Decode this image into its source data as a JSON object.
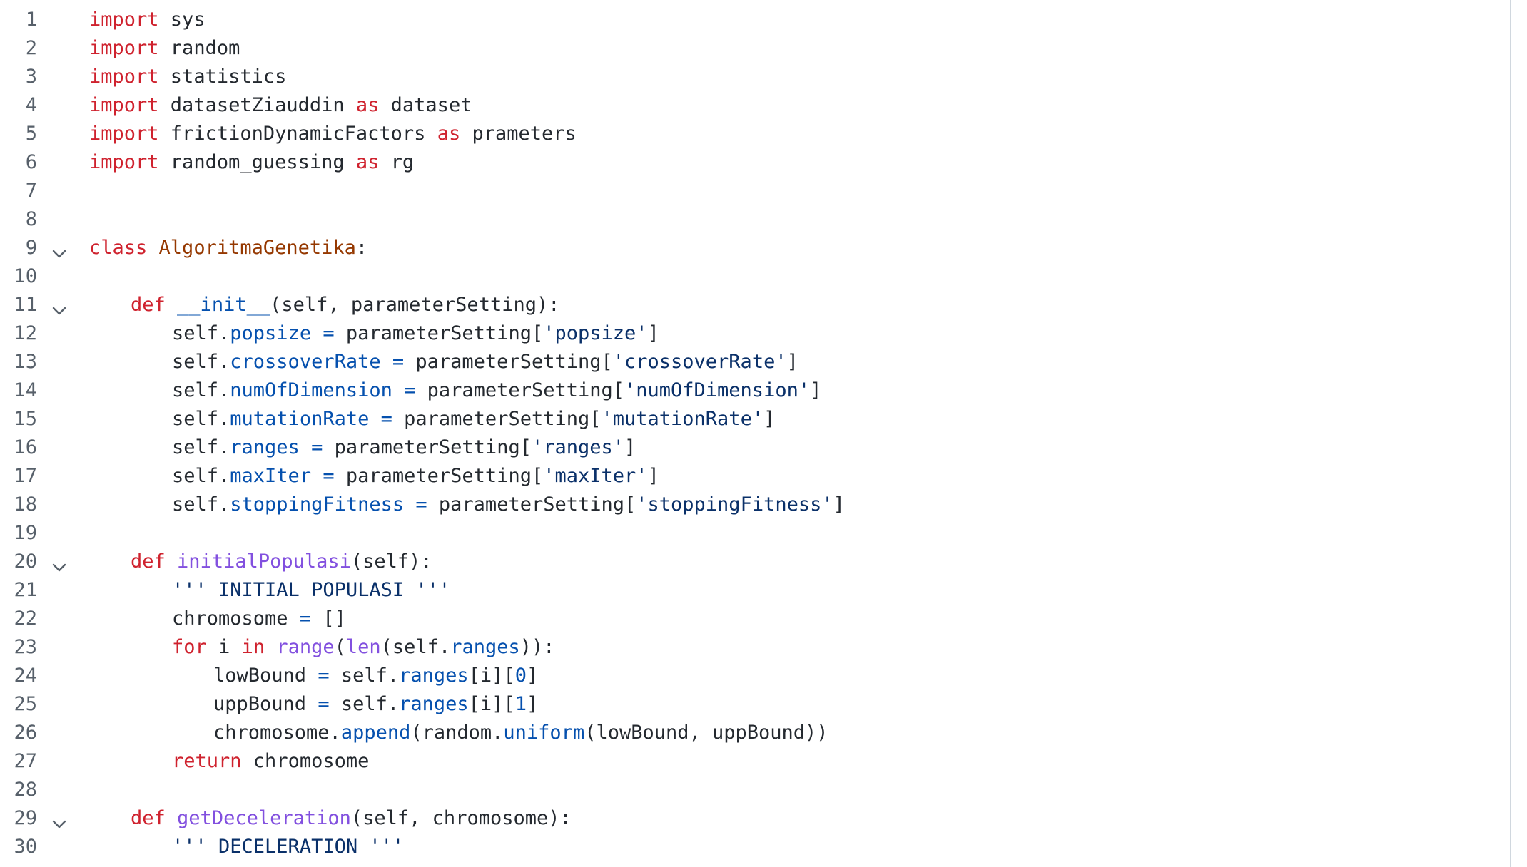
{
  "editor": {
    "lines": [
      {
        "n": "1",
        "fold": false,
        "indent": 0,
        "tokens": [
          {
            "t": "import",
            "c": "kw"
          },
          {
            "t": " sys",
            "c": "plain"
          }
        ]
      },
      {
        "n": "2",
        "fold": false,
        "indent": 0,
        "tokens": [
          {
            "t": "import",
            "c": "kw"
          },
          {
            "t": " random",
            "c": "plain"
          }
        ]
      },
      {
        "n": "3",
        "fold": false,
        "indent": 0,
        "tokens": [
          {
            "t": "import",
            "c": "kw"
          },
          {
            "t": " statistics",
            "c": "plain"
          }
        ]
      },
      {
        "n": "4",
        "fold": false,
        "indent": 0,
        "tokens": [
          {
            "t": "import",
            "c": "kw"
          },
          {
            "t": " datasetZiauddin ",
            "c": "plain"
          },
          {
            "t": "as",
            "c": "kw"
          },
          {
            "t": " dataset",
            "c": "plain"
          }
        ]
      },
      {
        "n": "5",
        "fold": false,
        "indent": 0,
        "tokens": [
          {
            "t": "import",
            "c": "kw"
          },
          {
            "t": " frictionDynamicFactors ",
            "c": "plain"
          },
          {
            "t": "as",
            "c": "kw"
          },
          {
            "t": " prameters",
            "c": "plain"
          }
        ]
      },
      {
        "n": "6",
        "fold": false,
        "indent": 0,
        "tokens": [
          {
            "t": "import",
            "c": "kw"
          },
          {
            "t": " random_guessing ",
            "c": "plain"
          },
          {
            "t": "as",
            "c": "kw"
          },
          {
            "t": " rg",
            "c": "plain"
          }
        ]
      },
      {
        "n": "7",
        "fold": false,
        "indent": 0,
        "tokens": []
      },
      {
        "n": "8",
        "fold": false,
        "indent": 0,
        "tokens": []
      },
      {
        "n": "9",
        "fold": true,
        "indent": 0,
        "tokens": [
          {
            "t": "class",
            "c": "kw"
          },
          {
            "t": " ",
            "c": "plain"
          },
          {
            "t": "AlgoritmaGenetika",
            "c": "cls"
          },
          {
            "t": ":",
            "c": "plain"
          }
        ]
      },
      {
        "n": "10",
        "fold": false,
        "indent": 0,
        "tokens": []
      },
      {
        "n": "11",
        "fold": true,
        "indent": 1,
        "tokens": [
          {
            "t": "def",
            "c": "kw"
          },
          {
            "t": " ",
            "c": "plain"
          },
          {
            "t": "__init__",
            "c": "attr"
          },
          {
            "t": "(self, parameterSetting):",
            "c": "plain"
          }
        ]
      },
      {
        "n": "12",
        "fold": false,
        "indent": 2,
        "tokens": [
          {
            "t": "self.",
            "c": "plain"
          },
          {
            "t": "popsize",
            "c": "attr"
          },
          {
            "t": " ",
            "c": "plain"
          },
          {
            "t": "=",
            "c": "op"
          },
          {
            "t": " parameterSetting[",
            "c": "plain"
          },
          {
            "t": "'popsize'",
            "c": "str"
          },
          {
            "t": "]",
            "c": "plain"
          }
        ]
      },
      {
        "n": "13",
        "fold": false,
        "indent": 2,
        "tokens": [
          {
            "t": "self.",
            "c": "plain"
          },
          {
            "t": "crossoverRate",
            "c": "attr"
          },
          {
            "t": " ",
            "c": "plain"
          },
          {
            "t": "=",
            "c": "op"
          },
          {
            "t": " parameterSetting[",
            "c": "plain"
          },
          {
            "t": "'crossoverRate'",
            "c": "str"
          },
          {
            "t": "]",
            "c": "plain"
          }
        ]
      },
      {
        "n": "14",
        "fold": false,
        "indent": 2,
        "tokens": [
          {
            "t": "self.",
            "c": "plain"
          },
          {
            "t": "numOfDimension",
            "c": "attr"
          },
          {
            "t": " ",
            "c": "plain"
          },
          {
            "t": "=",
            "c": "op"
          },
          {
            "t": " parameterSetting[",
            "c": "plain"
          },
          {
            "t": "'numOfDimension'",
            "c": "str"
          },
          {
            "t": "]",
            "c": "plain"
          }
        ]
      },
      {
        "n": "15",
        "fold": false,
        "indent": 2,
        "tokens": [
          {
            "t": "self.",
            "c": "plain"
          },
          {
            "t": "mutationRate",
            "c": "attr"
          },
          {
            "t": " ",
            "c": "plain"
          },
          {
            "t": "=",
            "c": "op"
          },
          {
            "t": " parameterSetting[",
            "c": "plain"
          },
          {
            "t": "'mutationRate'",
            "c": "str"
          },
          {
            "t": "]",
            "c": "plain"
          }
        ]
      },
      {
        "n": "16",
        "fold": false,
        "indent": 2,
        "tokens": [
          {
            "t": "self.",
            "c": "plain"
          },
          {
            "t": "ranges",
            "c": "attr"
          },
          {
            "t": " ",
            "c": "plain"
          },
          {
            "t": "=",
            "c": "op"
          },
          {
            "t": " parameterSetting[",
            "c": "plain"
          },
          {
            "t": "'ranges'",
            "c": "str"
          },
          {
            "t": "]",
            "c": "plain"
          }
        ]
      },
      {
        "n": "17",
        "fold": false,
        "indent": 2,
        "tokens": [
          {
            "t": "self.",
            "c": "plain"
          },
          {
            "t": "maxIter",
            "c": "attr"
          },
          {
            "t": " ",
            "c": "plain"
          },
          {
            "t": "=",
            "c": "op"
          },
          {
            "t": " parameterSetting[",
            "c": "plain"
          },
          {
            "t": "'maxIter'",
            "c": "str"
          },
          {
            "t": "]",
            "c": "plain"
          }
        ]
      },
      {
        "n": "18",
        "fold": false,
        "indent": 2,
        "tokens": [
          {
            "t": "self.",
            "c": "plain"
          },
          {
            "t": "stoppingFitness",
            "c": "attr"
          },
          {
            "t": " ",
            "c": "plain"
          },
          {
            "t": "=",
            "c": "op"
          },
          {
            "t": " parameterSetting[",
            "c": "plain"
          },
          {
            "t": "'stoppingFitness'",
            "c": "str"
          },
          {
            "t": "]",
            "c": "plain"
          }
        ]
      },
      {
        "n": "19",
        "fold": false,
        "indent": 0,
        "tokens": []
      },
      {
        "n": "20",
        "fold": true,
        "indent": 1,
        "tokens": [
          {
            "t": "def",
            "c": "kw"
          },
          {
            "t": " ",
            "c": "plain"
          },
          {
            "t": "initialPopulasi",
            "c": "fn"
          },
          {
            "t": "(self):",
            "c": "plain"
          }
        ]
      },
      {
        "n": "21",
        "fold": false,
        "indent": 2,
        "tokens": [
          {
            "t": "''' INITIAL POPULASI '''",
            "c": "str"
          }
        ]
      },
      {
        "n": "22",
        "fold": false,
        "indent": 2,
        "tokens": [
          {
            "t": "chromosome ",
            "c": "plain"
          },
          {
            "t": "=",
            "c": "op"
          },
          {
            "t": " []",
            "c": "plain"
          }
        ]
      },
      {
        "n": "23",
        "fold": false,
        "indent": 2,
        "tokens": [
          {
            "t": "for",
            "c": "kw"
          },
          {
            "t": " i ",
            "c": "plain"
          },
          {
            "t": "in",
            "c": "kw"
          },
          {
            "t": " ",
            "c": "plain"
          },
          {
            "t": "range",
            "c": "builtin"
          },
          {
            "t": "(",
            "c": "plain"
          },
          {
            "t": "len",
            "c": "builtin"
          },
          {
            "t": "(self.",
            "c": "plain"
          },
          {
            "t": "ranges",
            "c": "attr"
          },
          {
            "t": ")):",
            "c": "plain"
          }
        ]
      },
      {
        "n": "24",
        "fold": false,
        "indent": 3,
        "tokens": [
          {
            "t": "lowBound ",
            "c": "plain"
          },
          {
            "t": "=",
            "c": "op"
          },
          {
            "t": " self.",
            "c": "plain"
          },
          {
            "t": "ranges",
            "c": "attr"
          },
          {
            "t": "[i][",
            "c": "plain"
          },
          {
            "t": "0",
            "c": "num"
          },
          {
            "t": "]",
            "c": "plain"
          }
        ]
      },
      {
        "n": "25",
        "fold": false,
        "indent": 3,
        "tokens": [
          {
            "t": "uppBound ",
            "c": "plain"
          },
          {
            "t": "=",
            "c": "op"
          },
          {
            "t": " self.",
            "c": "plain"
          },
          {
            "t": "ranges",
            "c": "attr"
          },
          {
            "t": "[i][",
            "c": "plain"
          },
          {
            "t": "1",
            "c": "num"
          },
          {
            "t": "]",
            "c": "plain"
          }
        ]
      },
      {
        "n": "26",
        "fold": false,
        "indent": 3,
        "tokens": [
          {
            "t": "chromosome.",
            "c": "plain"
          },
          {
            "t": "append",
            "c": "attr"
          },
          {
            "t": "(random.",
            "c": "plain"
          },
          {
            "t": "uniform",
            "c": "attr"
          },
          {
            "t": "(lowBound, uppBound))",
            "c": "plain"
          }
        ]
      },
      {
        "n": "27",
        "fold": false,
        "indent": 2,
        "tokens": [
          {
            "t": "return",
            "c": "kw"
          },
          {
            "t": " chromosome",
            "c": "plain"
          }
        ]
      },
      {
        "n": "28",
        "fold": false,
        "indent": 0,
        "tokens": []
      },
      {
        "n": "29",
        "fold": true,
        "indent": 1,
        "tokens": [
          {
            "t": "def",
            "c": "kw"
          },
          {
            "t": " ",
            "c": "plain"
          },
          {
            "t": "getDeceleration",
            "c": "fn"
          },
          {
            "t": "(self, chromosome):",
            "c": "plain"
          }
        ]
      },
      {
        "n": "30",
        "fold": false,
        "indent": 2,
        "tokens": [
          {
            "t": "''' DECELERATION '''",
            "c": "str"
          }
        ]
      }
    ]
  },
  "icons": {
    "fold": "chevron-down-icon"
  },
  "colors": {
    "keyword": "#cf222e",
    "class_name": "#953800",
    "function_name": "#8250df",
    "attribute": "#0550ae",
    "string": "#0a3069",
    "plain": "#24292f",
    "line_number": "#57606a",
    "background": "#ffffff"
  }
}
